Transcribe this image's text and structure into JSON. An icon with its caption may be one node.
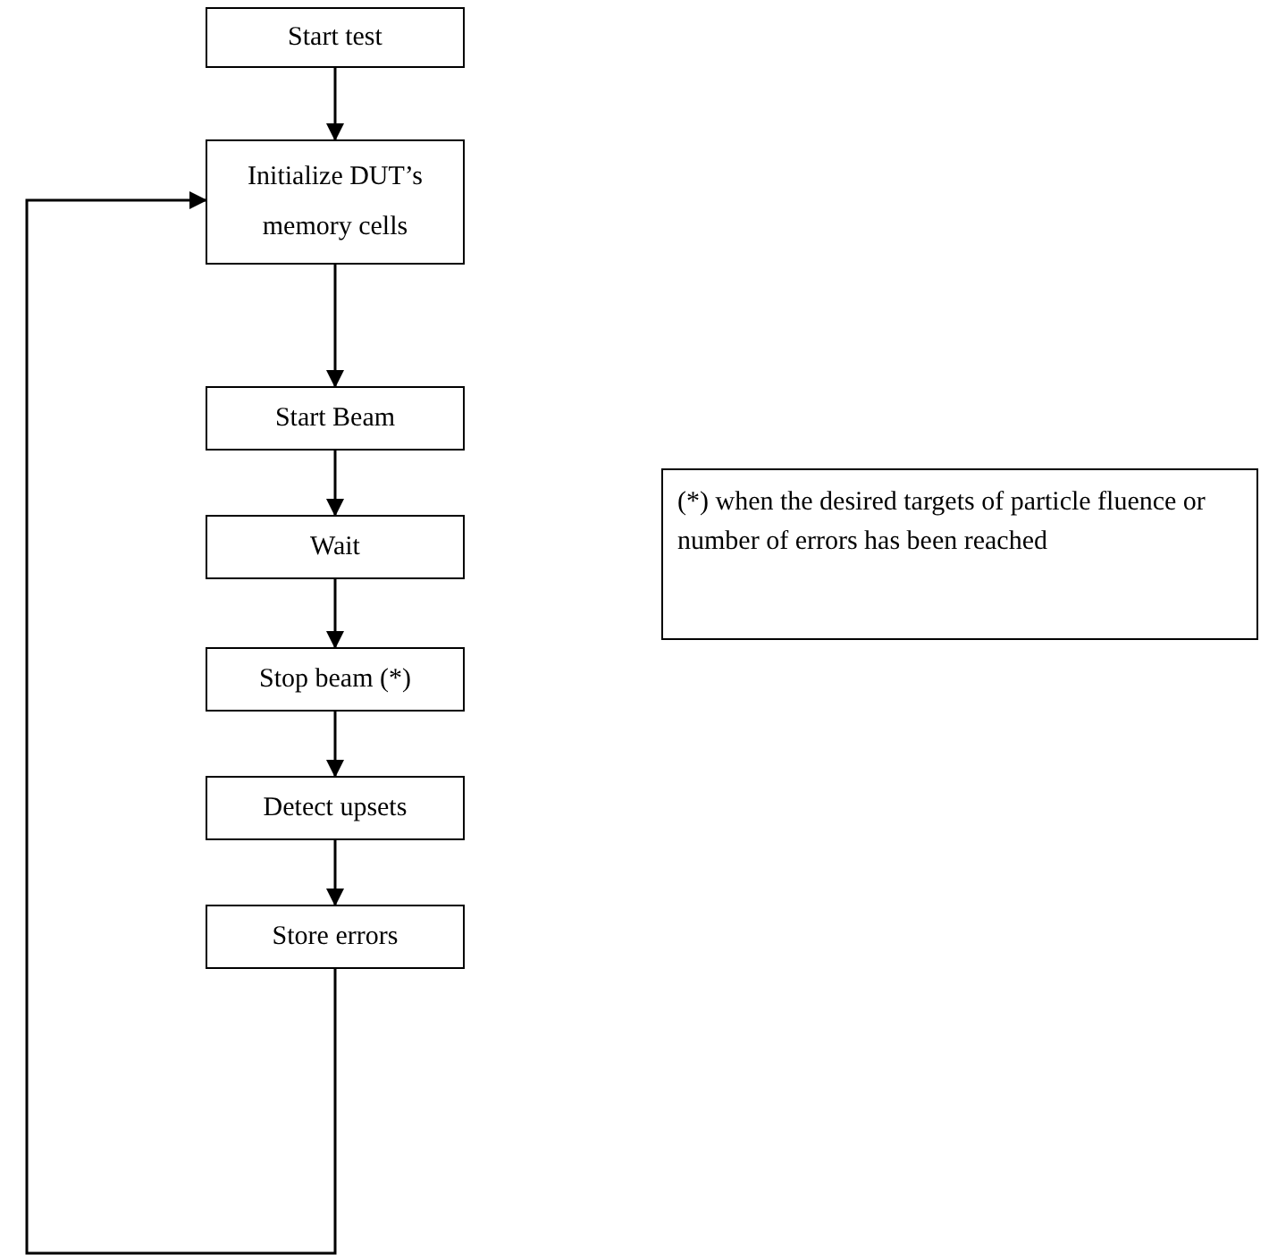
{
  "diagram": {
    "nodes": [
      {
        "text": [
          "Start test"
        ]
      },
      {
        "text": [
          "Initialize DUT’s memory cells"
        ]
      },
      {
        "text": [
          "Start Beam"
        ]
      },
      {
        "text": [
          "Wait"
        ]
      },
      {
        "text": [
          "Stop beam (*)"
        ]
      },
      {
        "text": [
          "Detect upsets"
        ]
      },
      {
        "text": [
          "Store errors"
        ]
      },
      {
        "text": [
          "(*) when the desired targets of particle fluence or  number of errors has been reached"
        ]
      }
    ],
    "edges": [
      {
        "from": 0,
        "to": 1,
        "arrow": "to"
      },
      {
        "from": 1,
        "to": 2,
        "arrow": "to"
      },
      {
        "from": 2,
        "to": 3,
        "arrow": "to"
      },
      {
        "from": 3,
        "to": 4,
        "arrow": "to"
      },
      {
        "from": 4,
        "to": 5,
        "arrow": "to"
      },
      {
        "from": 5,
        "to": 6,
        "arrow": "to"
      },
      {
        "from": 6,
        "to": 1,
        "arrow": "to"
      }
    ]
  }
}
